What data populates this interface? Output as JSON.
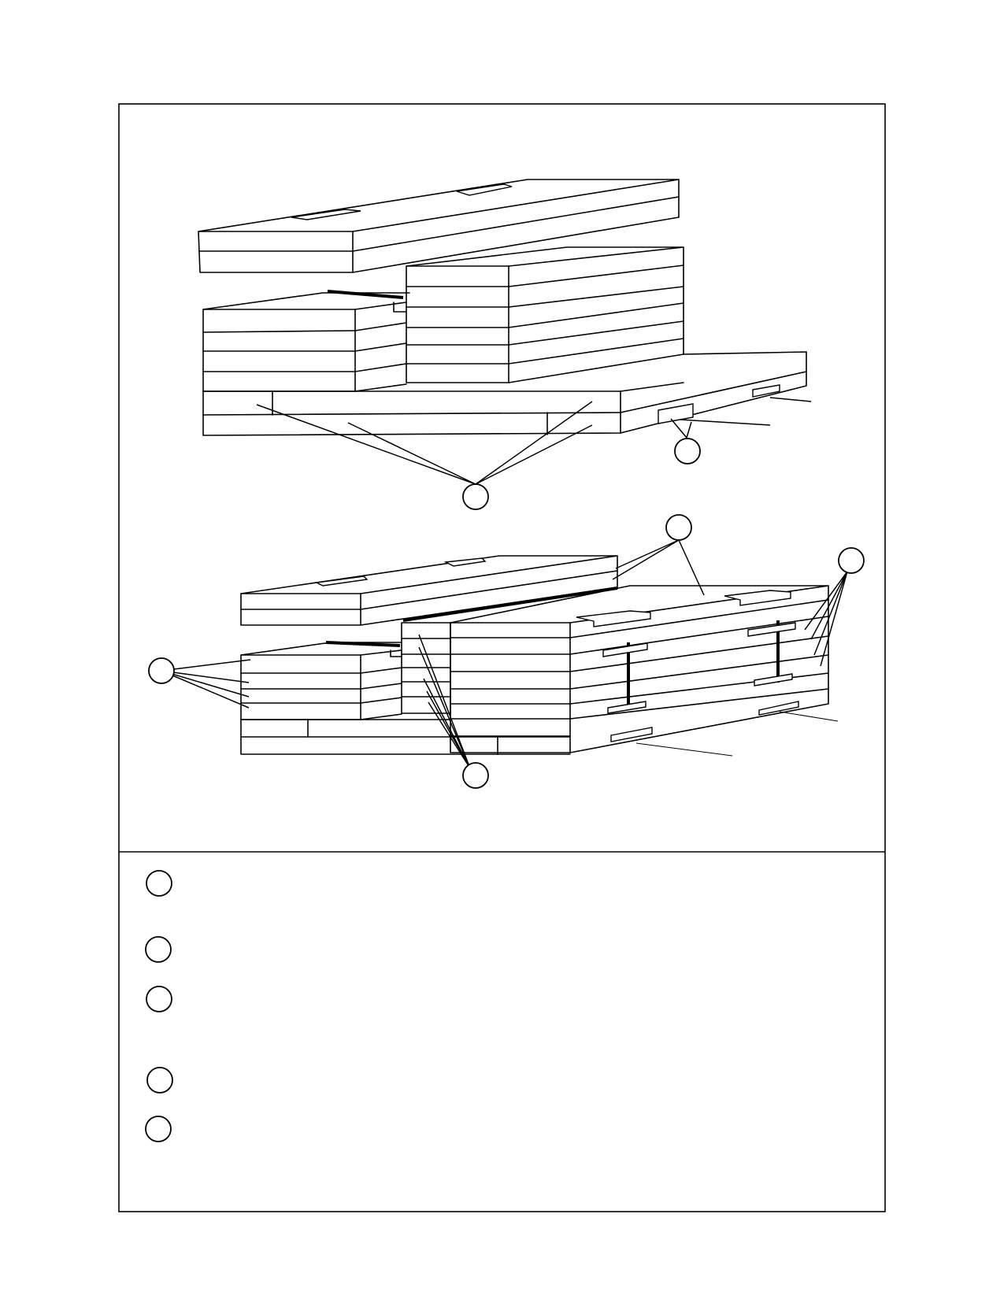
{
  "figure": {
    "upper_view": {
      "callouts": 2
    },
    "lower_view": {
      "callouts": 4
    }
  },
  "legend": {
    "items": [
      {
        "marker": "circle",
        "text": ""
      },
      {
        "marker": "circle",
        "text": ""
      },
      {
        "marker": "circle",
        "text": ""
      },
      {
        "marker": "circle",
        "text": ""
      },
      {
        "marker": "circle",
        "text": ""
      }
    ]
  },
  "colors": {
    "line": "#000000",
    "background": "#ffffff"
  }
}
